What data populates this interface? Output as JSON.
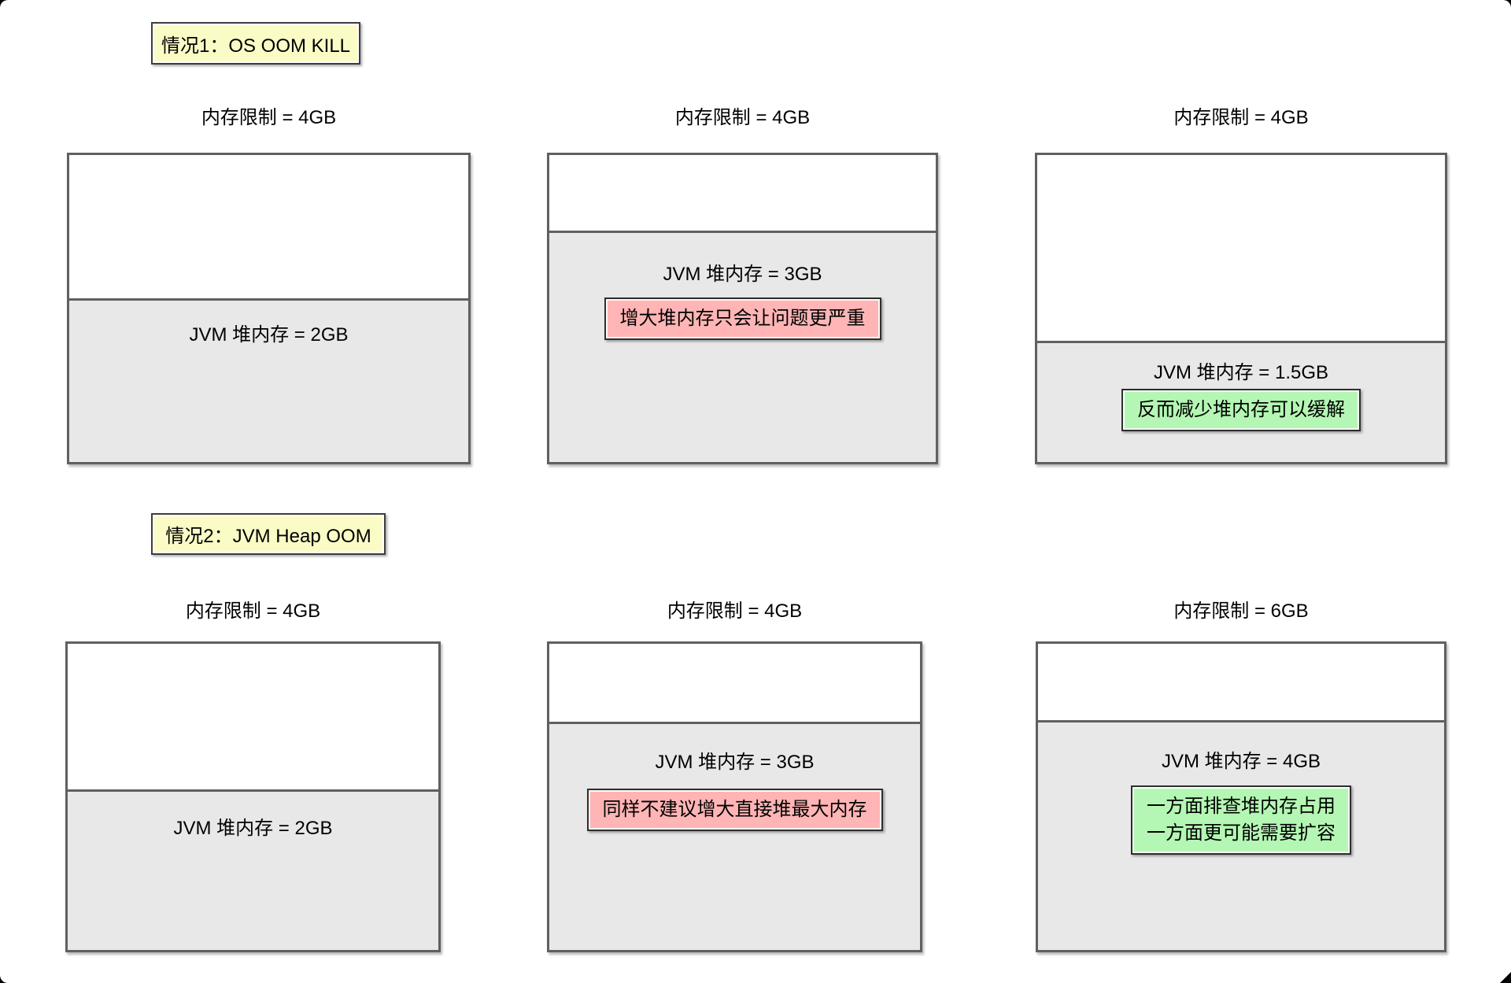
{
  "colors": {
    "label_yellow": "#fbfbc6",
    "badge_red": "#ffb5b5",
    "badge_green": "#b4f7b4",
    "heap_grey": "#e8e8e8",
    "line_grey": "#606060"
  },
  "scenario1": {
    "label": "情况1：OS OOM KILL",
    "panels": [
      {
        "limit": "内存限制 = 4GB",
        "heap": "JVM 堆内存 = 2GB"
      },
      {
        "limit": "内存限制 = 4GB",
        "heap": "JVM 堆内存 = 3GB",
        "badge": "增大堆内存只会让问题更严重"
      },
      {
        "limit": "内存限制 = 4GB",
        "heap": "JVM 堆内存 = 1.5GB",
        "badge": "反而减少堆内存可以缓解"
      }
    ]
  },
  "scenario2": {
    "label": "情况2：JVM Heap OOM",
    "panels": [
      {
        "limit": "内存限制 = 4GB",
        "heap": "JVM 堆内存 = 2GB"
      },
      {
        "limit": "内存限制 = 4GB",
        "heap": "JVM 堆内存 = 3GB",
        "badge": "同样不建议增大直接堆最大内存"
      },
      {
        "limit": "内存限制 = 6GB",
        "heap": "JVM 堆内存 = 4GB",
        "badge_lines": [
          "一方面排查堆内存占用",
          "一方面更可能需要扩容"
        ]
      }
    ]
  }
}
